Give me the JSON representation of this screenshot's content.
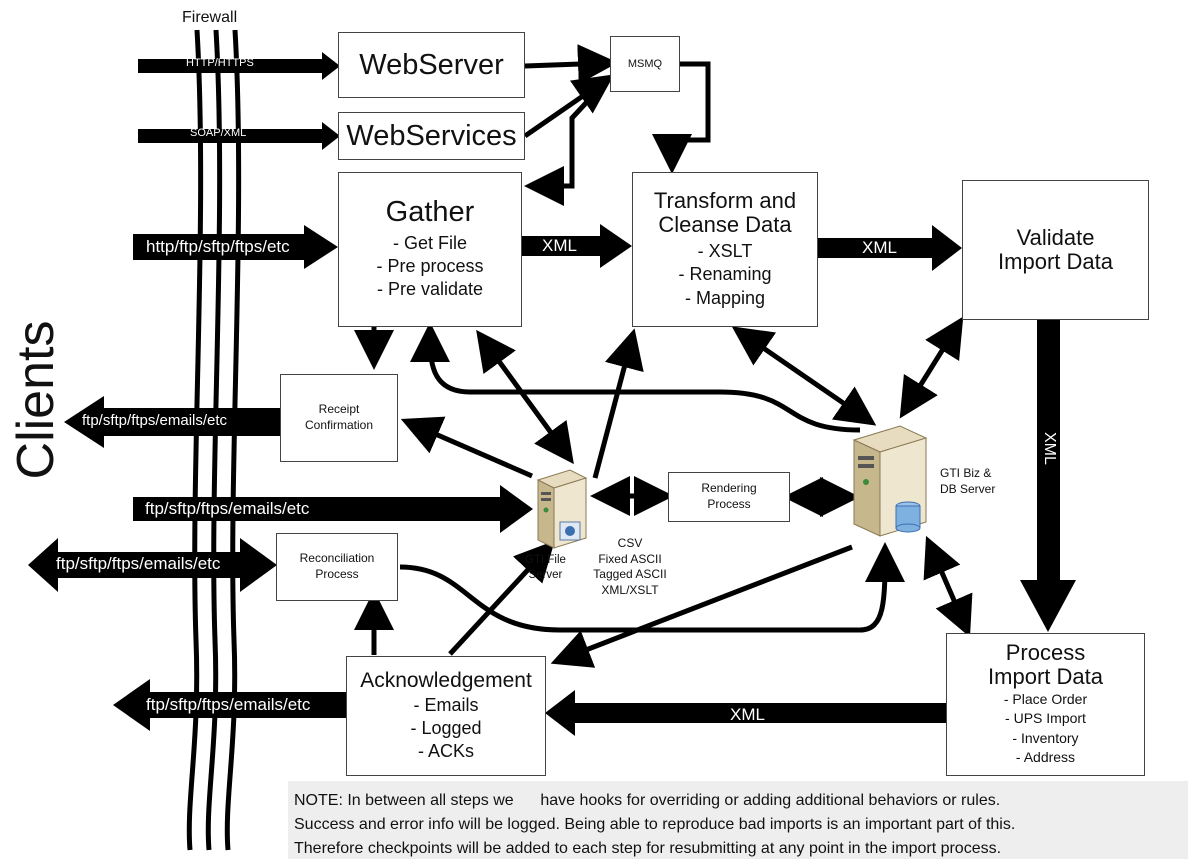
{
  "firewall": {
    "label": "Firewall"
  },
  "clients": {
    "label": "Clients"
  },
  "inputs": {
    "http": "HTTP/HTTPS",
    "soap": "SOAP/XML",
    "gather": "http/ftp/sftp/ftps/etc",
    "receipt": "ftp/sftp/ftps/emails/etc",
    "fileserver": "ftp/sftp/ftps/emails/etc",
    "reconciliation": "ftp/sftp/ftps/emails/etc",
    "ack": "ftp/sftp/ftps/emails/etc"
  },
  "boxes": {
    "webserver": "WebServer",
    "webservices": "WebServices",
    "msmq": "MSMQ",
    "gather": {
      "title": "Gather",
      "items": [
        "- Get File",
        "- Pre process",
        "- Pre validate"
      ]
    },
    "transform": {
      "title1": "Transform and",
      "title2": "Cleanse Data",
      "items": [
        "- XSLT",
        "- Renaming",
        "- Mapping"
      ]
    },
    "validate": {
      "title1": "Validate",
      "title2": "Import Data"
    },
    "receipt": {
      "line1": "Receipt",
      "line2": "Confirmation"
    },
    "rendering": {
      "line1": "Rendering",
      "line2": "Process"
    },
    "reconciliation": {
      "line1": "Reconciliation",
      "line2": "Process"
    },
    "ack": {
      "title": "Acknowledgement",
      "items": [
        "- Emails",
        "- Logged",
        "- ACKs"
      ]
    },
    "process": {
      "title1": "Process",
      "title2": "Import Data",
      "items": [
        "- Place Order",
        "- UPS Import",
        "- Inventory",
        "- Address"
      ]
    }
  },
  "servers": {
    "file": {
      "line1": "GTI File",
      "line2": "Server",
      "formats": [
        "CSV",
        "Fixed ASCII",
        "Tagged ASCII",
        "XML/XSLT"
      ]
    },
    "biz": {
      "line1": "GTI Biz &",
      "line2": "DB Server"
    }
  },
  "flow_labels": {
    "xml1": "XML",
    "xml2": "XML",
    "xml3": "XML",
    "xml4": "XML"
  },
  "note": {
    "line1": "NOTE: In between all steps we      have hooks for overriding or adding additional behaviors or rules.",
    "line2": "Success and error info will be logged. Being able to reproduce bad imports is an important part of this.",
    "line3": "Therefore checkpoints will be added to each step for resubmitting at any point in the import process."
  }
}
